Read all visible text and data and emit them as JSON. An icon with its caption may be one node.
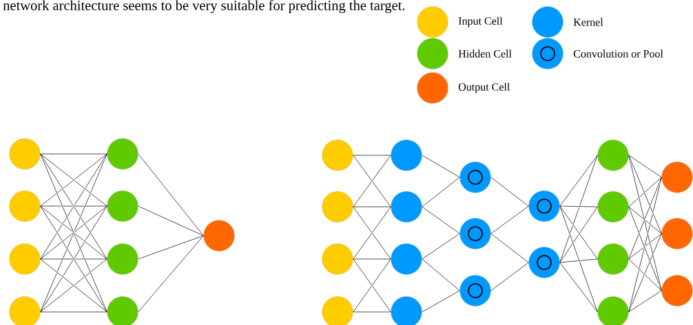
{
  "diagram": {
    "nodes": [
      {
        "text": [],
        "shape": "circle"
      },
      {
        "text": [],
        "shape": "circle"
      },
      {
        "text": [],
        "shape": "circle"
      },
      {
        "text": [],
        "shape": "circle"
      },
      {
        "text": [],
        "shape": "circle"
      },
      {
        "text": [],
        "shape": "circle"
      },
      {
        "text": [],
        "shape": "circle"
      },
      {
        "text": [],
        "shape": "circle"
      },
      {
        "text": [],
        "shape": "circle"
      },
      {
        "text": [],
        "shape": "circle"
      },
      {
        "text": [],
        "shape": "circle"
      },
      {
        "text": [],
        "shape": "circle"
      },
      {
        "text": [],
        "shape": "circle"
      },
      {
        "text": [],
        "shape": "circle"
      },
      {
        "text": [],
        "shape": "circle"
      },
      {
        "text": [],
        "shape": "circle"
      },
      {
        "text": [],
        "shape": "circle"
      },
      {
        "text": [],
        "shape": "circle"
      },
      {
        "text": [],
        "shape": "circle"
      },
      {
        "text": [],
        "shape": "circle"
      },
      {
        "text": [],
        "shape": "circle"
      },
      {
        "text": [],
        "shape": "circle"
      },
      {
        "text": [],
        "shape": "circle"
      },
      {
        "text": [],
        "shape": "circle"
      },
      {
        "text": [],
        "shape": "circle"
      },
      {
        "text": [],
        "shape": "circle"
      },
      {
        "text": [],
        "shape": "circle"
      },
      {
        "text": [],
        "shape": "circle"
      },
      {
        "text": [],
        "shape": "circle"
      }
    ],
    "edges": [
      {
        "from": 0,
        "to": 4,
        "arrow": "none"
      },
      {
        "from": 0,
        "to": 5,
        "arrow": "none"
      },
      {
        "from": 0,
        "to": 6,
        "arrow": "none"
      },
      {
        "from": 0,
        "to": 7,
        "arrow": "none"
      },
      {
        "from": 1,
        "to": 4,
        "arrow": "none"
      },
      {
        "from": 1,
        "to": 5,
        "arrow": "none"
      },
      {
        "from": 1,
        "to": 6,
        "arrow": "none"
      },
      {
        "from": 1,
        "to": 7,
        "arrow": "none"
      },
      {
        "from": 2,
        "to": 4,
        "arrow": "none"
      },
      {
        "from": 2,
        "to": 5,
        "arrow": "none"
      },
      {
        "from": 2,
        "to": 6,
        "arrow": "none"
      },
      {
        "from": 2,
        "to": 7,
        "arrow": "none"
      },
      {
        "from": 3,
        "to": 4,
        "arrow": "none"
      },
      {
        "from": 3,
        "to": 5,
        "arrow": "none"
      },
      {
        "from": 3,
        "to": 6,
        "arrow": "none"
      },
      {
        "from": 3,
        "to": 7,
        "arrow": "none"
      },
      {
        "from": 4,
        "to": 8,
        "arrow": "none"
      },
      {
        "from": 5,
        "to": 8,
        "arrow": "none"
      },
      {
        "from": 6,
        "to": 8,
        "arrow": "none"
      },
      {
        "from": 7,
        "to": 8,
        "arrow": "none"
      },
      {
        "from": 9,
        "to": 13,
        "arrow": "none"
      },
      {
        "from": 9,
        "to": 14,
        "arrow": "none"
      },
      {
        "from": 10,
        "to": 13,
        "arrow": "none"
      },
      {
        "from": 10,
        "to": 14,
        "arrow": "none"
      },
      {
        "from": 10,
        "to": 15,
        "arrow": "none"
      },
      {
        "from": 11,
        "to": 14,
        "arrow": "none"
      },
      {
        "from": 11,
        "to": 15,
        "arrow": "none"
      },
      {
        "from": 11,
        "to": 16,
        "arrow": "none"
      },
      {
        "from": 12,
        "to": 15,
        "arrow": "none"
      },
      {
        "from": 12,
        "to": 16,
        "arrow": "none"
      },
      {
        "from": 13,
        "to": 17,
        "arrow": "none"
      },
      {
        "from": 14,
        "to": 17,
        "arrow": "none"
      },
      {
        "from": 14,
        "to": 18,
        "arrow": "none"
      },
      {
        "from": 15,
        "to": 18,
        "arrow": "none"
      },
      {
        "from": 15,
        "to": 19,
        "arrow": "none"
      },
      {
        "from": 16,
        "to": 19,
        "arrow": "none"
      },
      {
        "from": 17,
        "to": 20,
        "arrow": "none"
      },
      {
        "from": 18,
        "to": 20,
        "arrow": "none"
      },
      {
        "from": 18,
        "to": 21,
        "arrow": "none"
      },
      {
        "from": 19,
        "to": 21,
        "arrow": "none"
      },
      {
        "from": 20,
        "to": 22,
        "arrow": "none"
      },
      {
        "from": 20,
        "to": 23,
        "arrow": "none"
      },
      {
        "from": 20,
        "to": 24,
        "arrow": "none"
      },
      {
        "from": 20,
        "to": 25,
        "arrow": "none"
      },
      {
        "from": 21,
        "to": 22,
        "arrow": "none"
      },
      {
        "from": 21,
        "to": 23,
        "arrow": "none"
      },
      {
        "from": 21,
        "to": 24,
        "arrow": "none"
      },
      {
        "from": 21,
        "to": 25,
        "arrow": "none"
      },
      {
        "from": 22,
        "to": 26,
        "arrow": "none"
      },
      {
        "from": 22,
        "to": 27,
        "arrow": "none"
      },
      {
        "from": 22,
        "to": 28,
        "arrow": "none"
      },
      {
        "from": 23,
        "to": 26,
        "arrow": "none"
      },
      {
        "from": 23,
        "to": 27,
        "arrow": "none"
      },
      {
        "from": 23,
        "to": 28,
        "arrow": "none"
      },
      {
        "from": 24,
        "to": 26,
        "arrow": "none"
      },
      {
        "from": 24,
        "to": 27,
        "arrow": "none"
      },
      {
        "from": 24,
        "to": 28,
        "arrow": "none"
      },
      {
        "from": 25,
        "to": 26,
        "arrow": "none"
      },
      {
        "from": 25,
        "to": 27,
        "arrow": "none"
      },
      {
        "from": 25,
        "to": 28,
        "arrow": "none"
      }
    ],
    "labels": [
      "network architecture seems to be very suitable for predicting the target."
    ],
    "legend": [
      {
        "text": "Input Cell",
        "color": "#ffcc00"
      },
      {
        "text": "Hidden Cell",
        "color": "#5fca00"
      },
      {
        "text": "Output Cell",
        "color": "#ff6600"
      },
      {
        "text": "Kernel",
        "color": "#0099ff"
      },
      {
        "text": "Convolution or Pool"
      }
    ]
  }
}
